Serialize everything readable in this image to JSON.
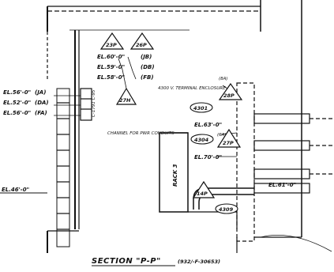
{
  "title": "SECTION \"P-P\"",
  "title_ref": "(932/-F-30653)",
  "elevations_left": [
    {
      "label": "EL.56'-0\"",
      "code": "(JA)"
    },
    {
      "label": "EL.52'-0\"",
      "code": "(DA)"
    },
    {
      "label": "EL.56'-0\"",
      "code": "(FA)"
    }
  ],
  "elevation_floor": "EL.46'-0\"",
  "elevations_center": [
    {
      "label": "EL.60'-0\"",
      "code": "(JB)"
    },
    {
      "label": "EL.59'-0\"",
      "code": "(DB)"
    },
    {
      "label": "EL.58'-0\"",
      "code": "(FB)"
    }
  ],
  "tags_top": [
    "23P",
    "26P"
  ],
  "tag_27h": "27H",
  "terminal_enclosure": "4300 V. TERMINAL ENCLOSURE",
  "tag_4301": "4301",
  "tag_8a": "(8A)",
  "tag_28p": "28P",
  "el_63": "EL.63'-0\"",
  "tag_4304": "4304",
  "tag_6a": "(6A)",
  "tag_27p": "27P",
  "el_70": "EL.70'-0\"",
  "channel_note": "CHANNEL FOR PWR CONDUITS",
  "rack_label": "RACK 3",
  "tag_14p": "14P",
  "el_61": "EL.61'-0\"",
  "tag_4309": "4309",
  "vertical_note": "C-1791 C-95"
}
